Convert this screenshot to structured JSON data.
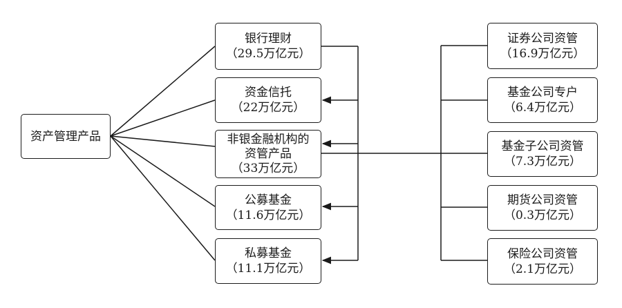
{
  "root": {
    "label": "资产管理产品"
  },
  "middle": [
    {
      "id": "bank",
      "lines": [
        "银行理财",
        "（29.5万亿元）"
      ]
    },
    {
      "id": "trust",
      "lines": [
        "资金信托",
        "（22万亿元）"
      ]
    },
    {
      "id": "nonbank",
      "lines": [
        "非银金融机构的",
        "资管产品",
        "（33万亿元）"
      ]
    },
    {
      "id": "public-fund",
      "lines": [
        "公募基金",
        "（11.6万亿元）"
      ]
    },
    {
      "id": "private-fund",
      "lines": [
        "私募基金",
        "（11.1万亿元）"
      ]
    }
  ],
  "right": [
    {
      "id": "securities",
      "lines": [
        "证券公司资管",
        "（16.9万亿元）"
      ]
    },
    {
      "id": "fund-company",
      "lines": [
        "基金公司专户",
        "（6.4万亿元）"
      ]
    },
    {
      "id": "fund-subsidiary",
      "lines": [
        "基金子公司资管",
        "（7.3万亿元）"
      ]
    },
    {
      "id": "futures",
      "lines": [
        "期货公司资管",
        "（0.3万亿元）"
      ]
    },
    {
      "id": "insurance",
      "lines": [
        "保险公司资管",
        "（2.1万亿元）"
      ]
    }
  ]
}
